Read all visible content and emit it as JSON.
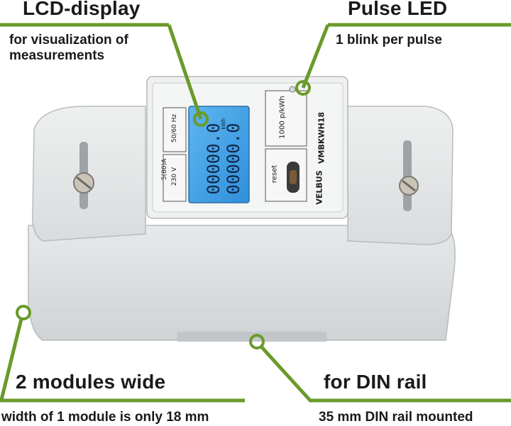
{
  "callouts": {
    "lcd": {
      "title": "LCD-display",
      "sub_line1": "for visualization of",
      "sub_line2": "measurements"
    },
    "pulse": {
      "title": "Pulse LED",
      "sub": "1 blink per pulse"
    },
    "modules": {
      "title": "2 modules wide",
      "sub": "width of 1 module is only 18 mm"
    },
    "din": {
      "title": "for DIN rail",
      "sub": "35 mm DIN rail mounted"
    }
  },
  "device": {
    "frequency": "50/60 Hz",
    "current": "5(80)A",
    "voltage": "230 V",
    "pulse_rate": "1000 p/kWh",
    "model": "VMBKWH18",
    "reset_label": "reset",
    "brand": "VELBUS",
    "display_top": "00000.0",
    "display_bottom": "00000.0",
    "display_unit": "kWh"
  },
  "colors": {
    "accent_green": "#6a9a2a",
    "lcd_blue": "#3a9ee6"
  }
}
